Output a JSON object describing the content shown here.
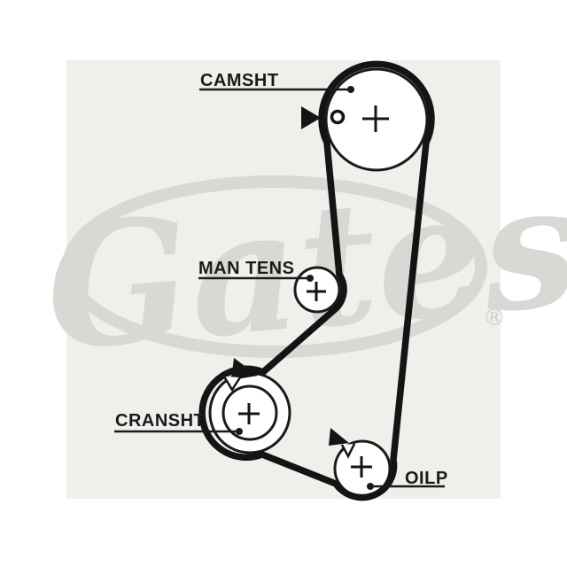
{
  "diagram": {
    "type": "timing-belt-routing-diagram",
    "page_background": "#ffffff",
    "panel_background": "#f0efec",
    "line_color": "#1a1a1a",
    "pulley_fill": "#ffffff",
    "labels": {
      "camshaft": "CAMSHT",
      "manual_tensioner": "MAN TENS",
      "crankshaft": "CRANSHT",
      "oil_pump": "OILP"
    },
    "marks": {
      "camshaft_mark": "triangle-and-ring",
      "crankshaft_mark": "triangle-and-notch",
      "oil_pump_mark": "triangle-and-notch"
    },
    "watermark": {
      "brand": "Gates",
      "registered_symbol": "®",
      "color": "#d9d8d5"
    }
  }
}
